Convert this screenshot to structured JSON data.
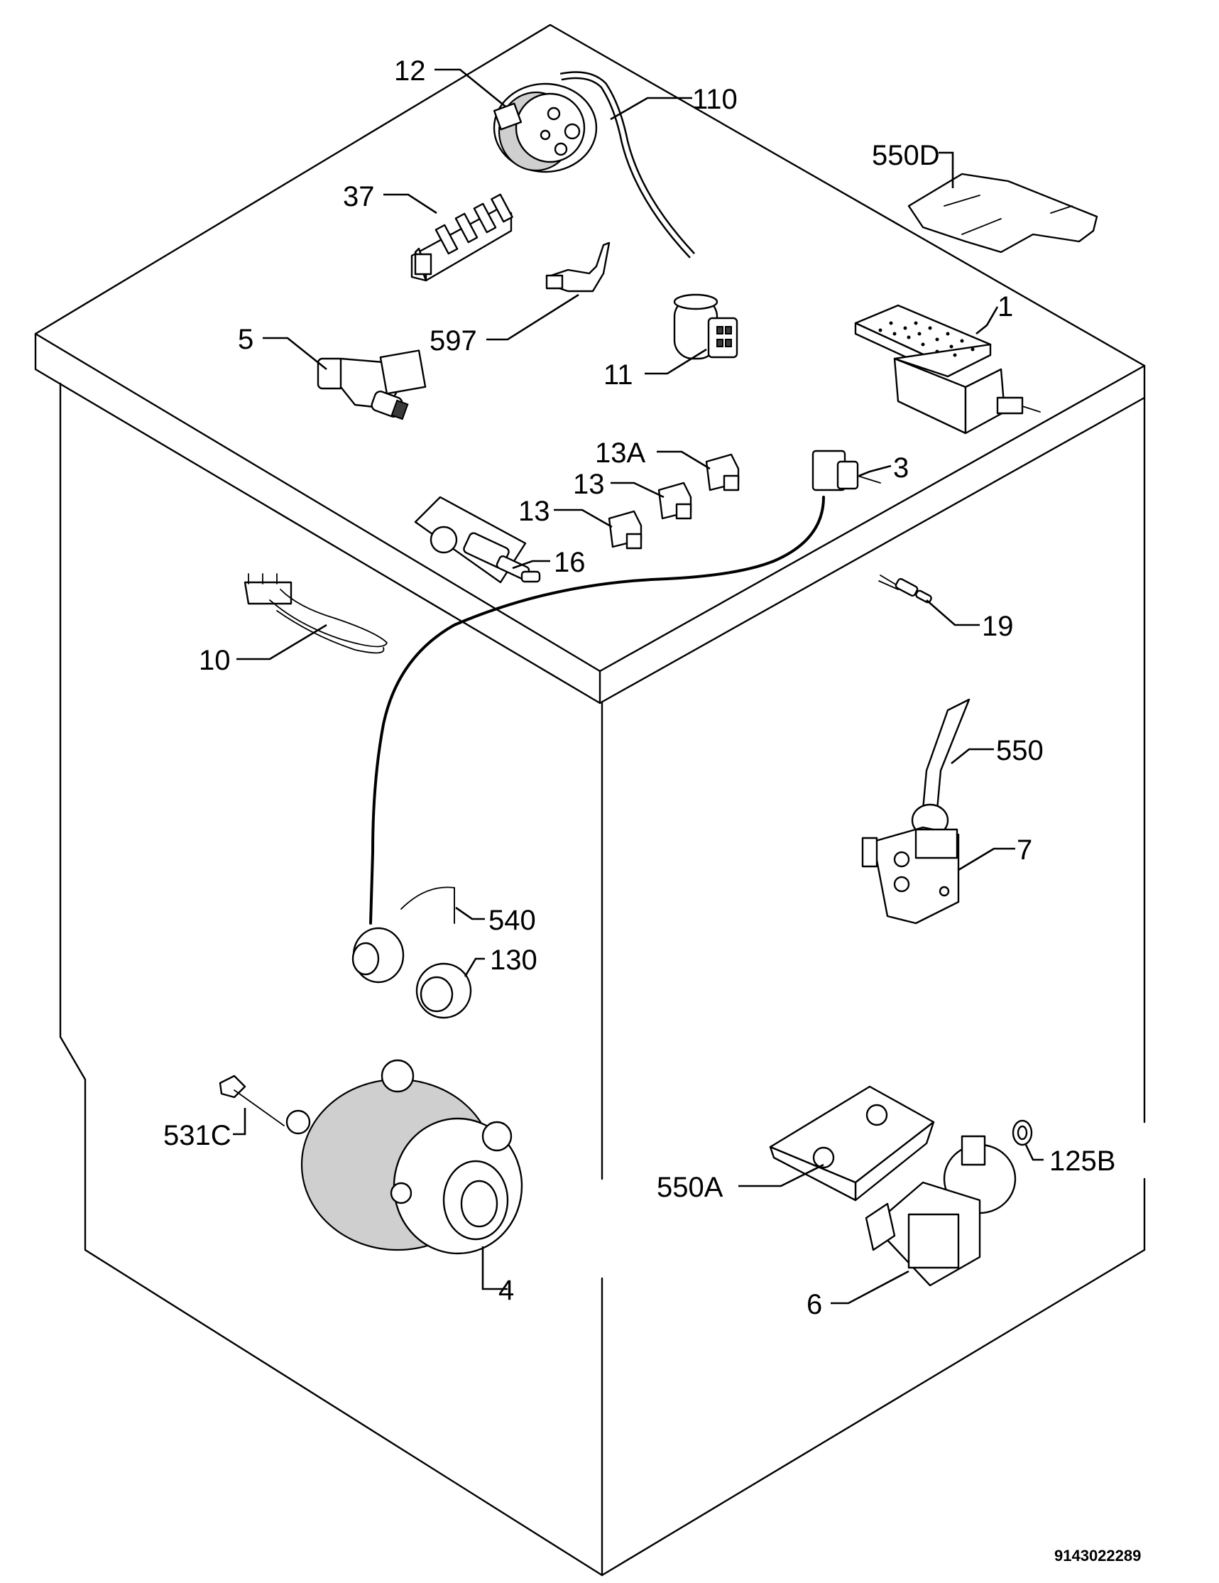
{
  "labels": {
    "l1": "1",
    "l3": "3",
    "l4": "4",
    "l5": "5",
    "l6": "6",
    "l7": "7",
    "l10": "10",
    "l11": "11",
    "l12": "12",
    "l13a": "13A",
    "l13b": "13",
    "l13c": "13",
    "l16": "16",
    "l19": "19",
    "l37": "37",
    "l110": "110",
    "l125b": "125B",
    "l130": "130",
    "l531c": "531C",
    "l540": "540",
    "l550": "550",
    "l550a": "550A",
    "l550d": "550D",
    "l597": "597"
  },
  "drawing_number": "9143022289"
}
